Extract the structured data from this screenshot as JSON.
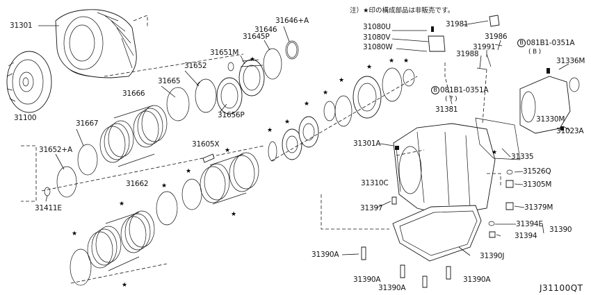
{
  "diagram": {
    "note": "注）★印の構成部品は非販売です。",
    "reference": "J31100QT",
    "labels": {
      "p31301": "31301",
      "p31100": "31100",
      "p31651m": "31651M",
      "p31645p": "31645P",
      "p31646": "31646",
      "p31646a": "31646+A",
      "p31652": "31652",
      "p31665": "31665",
      "p31666": "31666",
      "p31656p": "31656P",
      "p31667": "31667",
      "p31652a": "31652+A",
      "p31411e": "31411E",
      "p31662": "31662",
      "p31605x": "31605X",
      "p31080u": "31080U",
      "p31080v": "31080V",
      "p31080w": "31080W",
      "p31981": "31981",
      "p31986": "31986",
      "p31991": "31991",
      "p31988": "31988",
      "bolt_b_code": "081B1-0351A",
      "bolt_b_qty": "( B )",
      "bolt_b_letter": "B",
      "p31336m": "31336M",
      "bolt_7_code": "081B1-0351A",
      "bolt_7_qty": "( 7 )",
      "bolt_7_letter": "B",
      "p31381": "31381",
      "p31330m": "31330M",
      "p31023a": "31023A",
      "p31301a": "31301A",
      "p31335": "31335",
      "p31526q": "31526Q",
      "p31305m": "31305M",
      "p31310c": "31310C",
      "p31397": "31397",
      "p31379m": "31379M",
      "p31394e": "31394E",
      "p31390": "31390",
      "p31394": "31394",
      "p31390a_1": "31390A",
      "p31390j": "31390J",
      "p31390a_2": "31390A",
      "p31390a_3": "31390A",
      "p31390a_4": "31390A"
    },
    "star_symbol": "★"
  }
}
